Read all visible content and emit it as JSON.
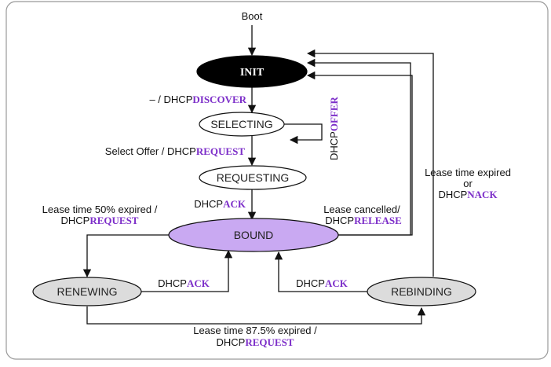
{
  "colors": {
    "keyword": "#7d2fc9",
    "init_fill": "#000000",
    "bound_fill": "#c9a9f2",
    "gray_fill": "#dcdcdc",
    "white_fill": "#ffffff",
    "line": "#111111"
  },
  "states": {
    "init": "INIT",
    "selecting": "SELECTING",
    "requesting": "REQUESTING",
    "bound": "BOUND",
    "renewing": "RENEWING",
    "rebinding": "REBINDING"
  },
  "labels": {
    "boot": "Boot",
    "discover": {
      "prefix": "– / DHCP",
      "kw": "DISCOVER"
    },
    "offer": {
      "prefix": "DHCP",
      "kw": "OFFER"
    },
    "select_request": {
      "prefix": "Select Offer / DHCP",
      "kw": "REQUEST"
    },
    "ack_requesting": {
      "prefix": "DHCP",
      "kw": "ACK"
    },
    "lease50": {
      "line1": "Lease time 50% expired /",
      "prefix": "DHCP",
      "kw": "REQUEST"
    },
    "release": {
      "line1": "Lease cancelled/",
      "prefix": "DHCP",
      "kw": "RELEASE"
    },
    "expired_nack": {
      "line1": "Lease time expired",
      "line2": "or",
      "prefix": "DHCP",
      "kw": "NACK"
    },
    "ack_renewing": {
      "prefix": "DHCP",
      "kw": "ACK"
    },
    "ack_rebinding": {
      "prefix": "DHCP",
      "kw": "ACK"
    },
    "lease875": {
      "line1": "Lease time 87.5% expired /",
      "prefix": "DHCP",
      "kw": "REQUEST"
    }
  }
}
